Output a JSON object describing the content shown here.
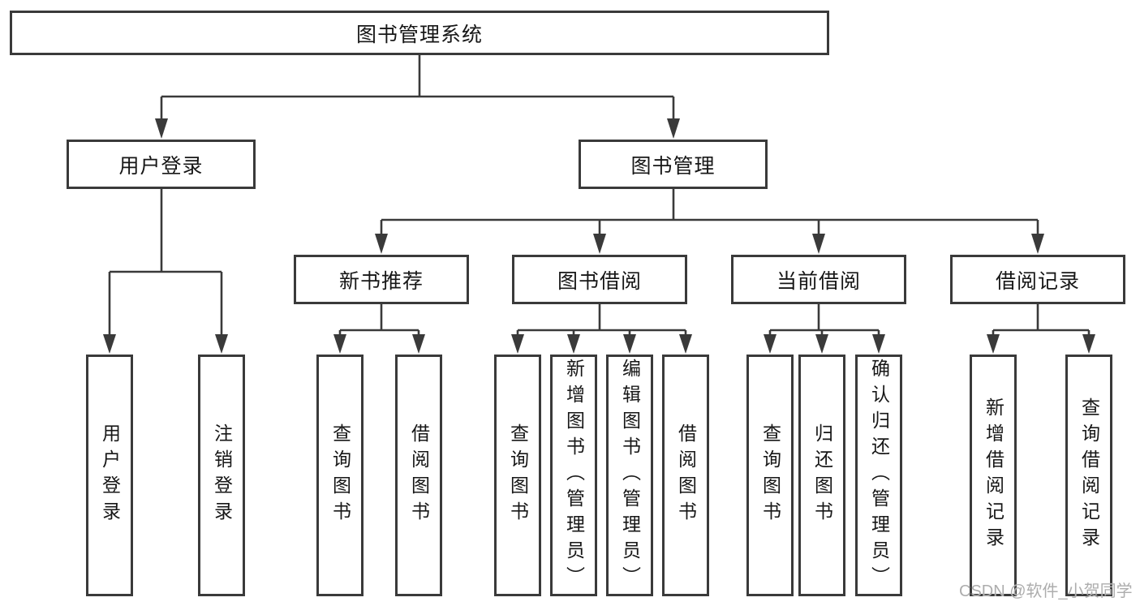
{
  "diagram": {
    "title": "图书管理系统",
    "nodes": {
      "root": {
        "label": "图书管理系统"
      },
      "user_login": {
        "label": "用户登录"
      },
      "book_mgmt": {
        "label": "图书管理"
      },
      "new_books": {
        "label": "新书推荐"
      },
      "book_borrow": {
        "label": "图书借阅"
      },
      "current_borrow": {
        "label": "当前借阅"
      },
      "borrow_records": {
        "label": "借阅记录"
      },
      "leaf_user_login": {
        "label": "用户登录"
      },
      "leaf_logout": {
        "label": "注销登录"
      },
      "leaf_nb_query": {
        "label": "查询图书"
      },
      "leaf_nb_borrow": {
        "label": "借阅图书"
      },
      "leaf_bb_query": {
        "label": "查询图书"
      },
      "leaf_bb_add": {
        "label": "新增图书（管理员）"
      },
      "leaf_bb_edit": {
        "label": "编辑图书（管理员）"
      },
      "leaf_bb_borrow": {
        "label": "借阅图书"
      },
      "leaf_cb_query": {
        "label": "查询图书"
      },
      "leaf_cb_return": {
        "label": "归还图书"
      },
      "leaf_cb_confirm": {
        "label": "确认归还（管理员）"
      },
      "leaf_br_add": {
        "label": "新增借阅记录"
      },
      "leaf_br_query": {
        "label": "查询借阅记录"
      }
    },
    "hierarchy": {
      "图书管理系统": [
        "用户登录",
        "图书管理"
      ],
      "用户登录": [
        "用户登录",
        "注销登录"
      ],
      "图书管理": [
        "新书推荐",
        "图书借阅",
        "当前借阅",
        "借阅记录"
      ],
      "新书推荐": [
        "查询图书",
        "借阅图书"
      ],
      "图书借阅": [
        "查询图书",
        "新增图书（管理员）",
        "编辑图书（管理员）",
        "借阅图书"
      ],
      "当前借阅": [
        "查询图书",
        "归还图书",
        "确认归还（管理员）"
      ],
      "借阅记录": [
        "新增借阅记录",
        "查询借阅记录"
      ]
    },
    "colors": {
      "line": "#3a3a3a",
      "text": "#171717",
      "background": "#ffffff",
      "watermark": "#adadad"
    }
  },
  "watermark": {
    "text": "CSDN @软件_小贺同学"
  }
}
